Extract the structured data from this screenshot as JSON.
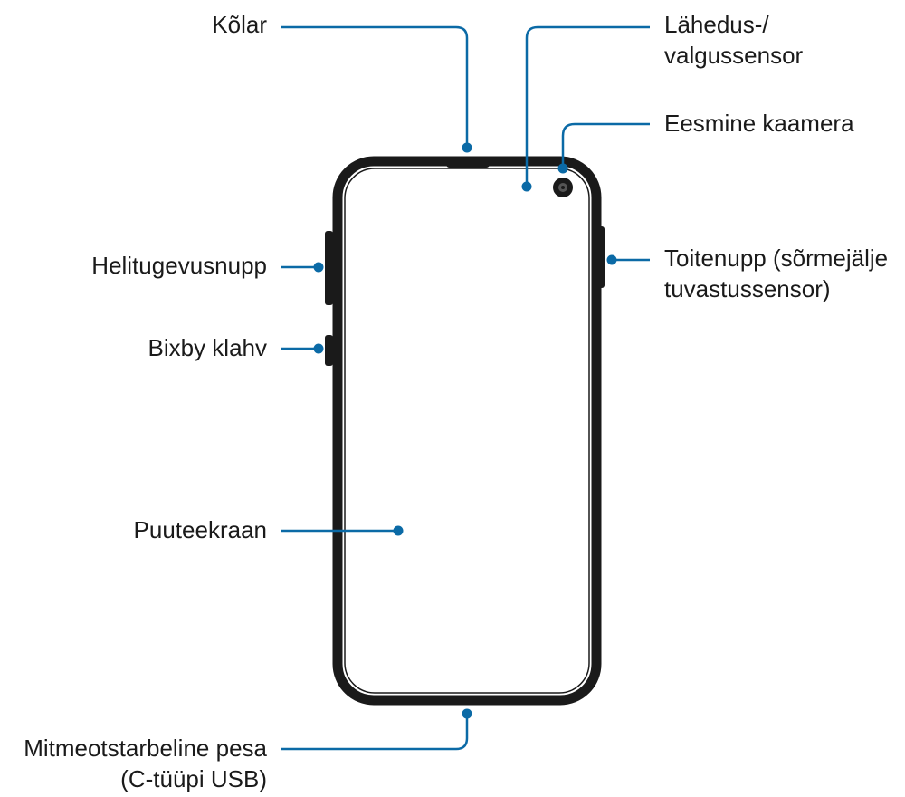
{
  "colors": {
    "callout": "#0b6aa6",
    "phone_frame": "#1a1a1a",
    "background": "#ffffff"
  },
  "labels": {
    "speaker": "Kõlar",
    "proximity_sensor_line1": "Lähedus-/",
    "proximity_sensor_line2": "valgussensor",
    "front_camera": "Eesmine kaamera",
    "volume_key": "Helitugevusnupp",
    "power_key_line1": "Toitenupp (sõrmejälje",
    "power_key_line2": "tuvastussensor)",
    "bixby_key": "Bixby klahv",
    "touchscreen": "Puuteekraan",
    "usb_port_line1": "Mitmeotstarbeline pesa",
    "usb_port_line2": "(C-tüüpi USB)"
  }
}
